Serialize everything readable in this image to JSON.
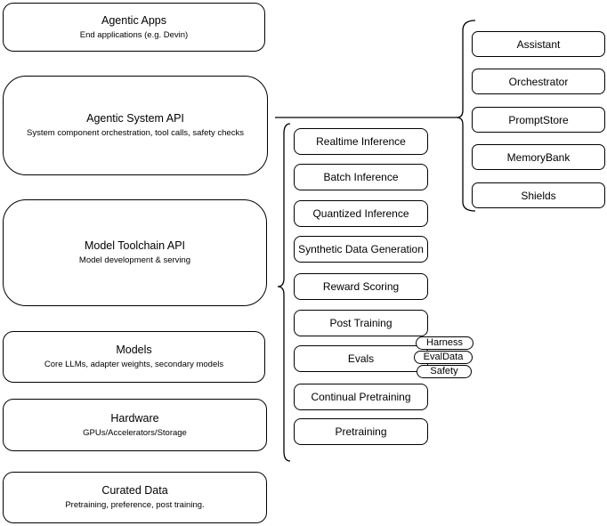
{
  "diagram": {
    "left_stack": [
      {
        "title": "Agentic Apps",
        "subtitle": "End applications (e.g. Devin)"
      },
      {
        "title": "Agentic System API",
        "subtitle": "System component orchestration, tool calls, safety checks"
      },
      {
        "title": "Model Toolchain API",
        "subtitle": "Model development & serving"
      },
      {
        "title": "Models",
        "subtitle": "Core LLMs, adapter weights, secondary models"
      },
      {
        "title": "Hardware",
        "subtitle": "GPUs/Accelerators/Storage"
      },
      {
        "title": "Curated Data",
        "subtitle": "Pretraining, preference, post training."
      }
    ],
    "toolchain_items": [
      "Realtime Inference",
      "Batch Inference",
      "Quantized Inference",
      "Synthetic Data Generation",
      "Reward Scoring",
      "Post Training",
      "Evals",
      "Continual Pretraining",
      "Pretraining"
    ],
    "eval_tags": [
      "Harness",
      "EvalData",
      "Safety"
    ],
    "agentic_components": [
      "Assistant",
      "Orchestrator",
      "PromptStore",
      "MemoryBank",
      "Shields"
    ],
    "colors": {
      "stroke": "#000000",
      "fill": "#ffffff",
      "background": "#ffffff"
    }
  }
}
